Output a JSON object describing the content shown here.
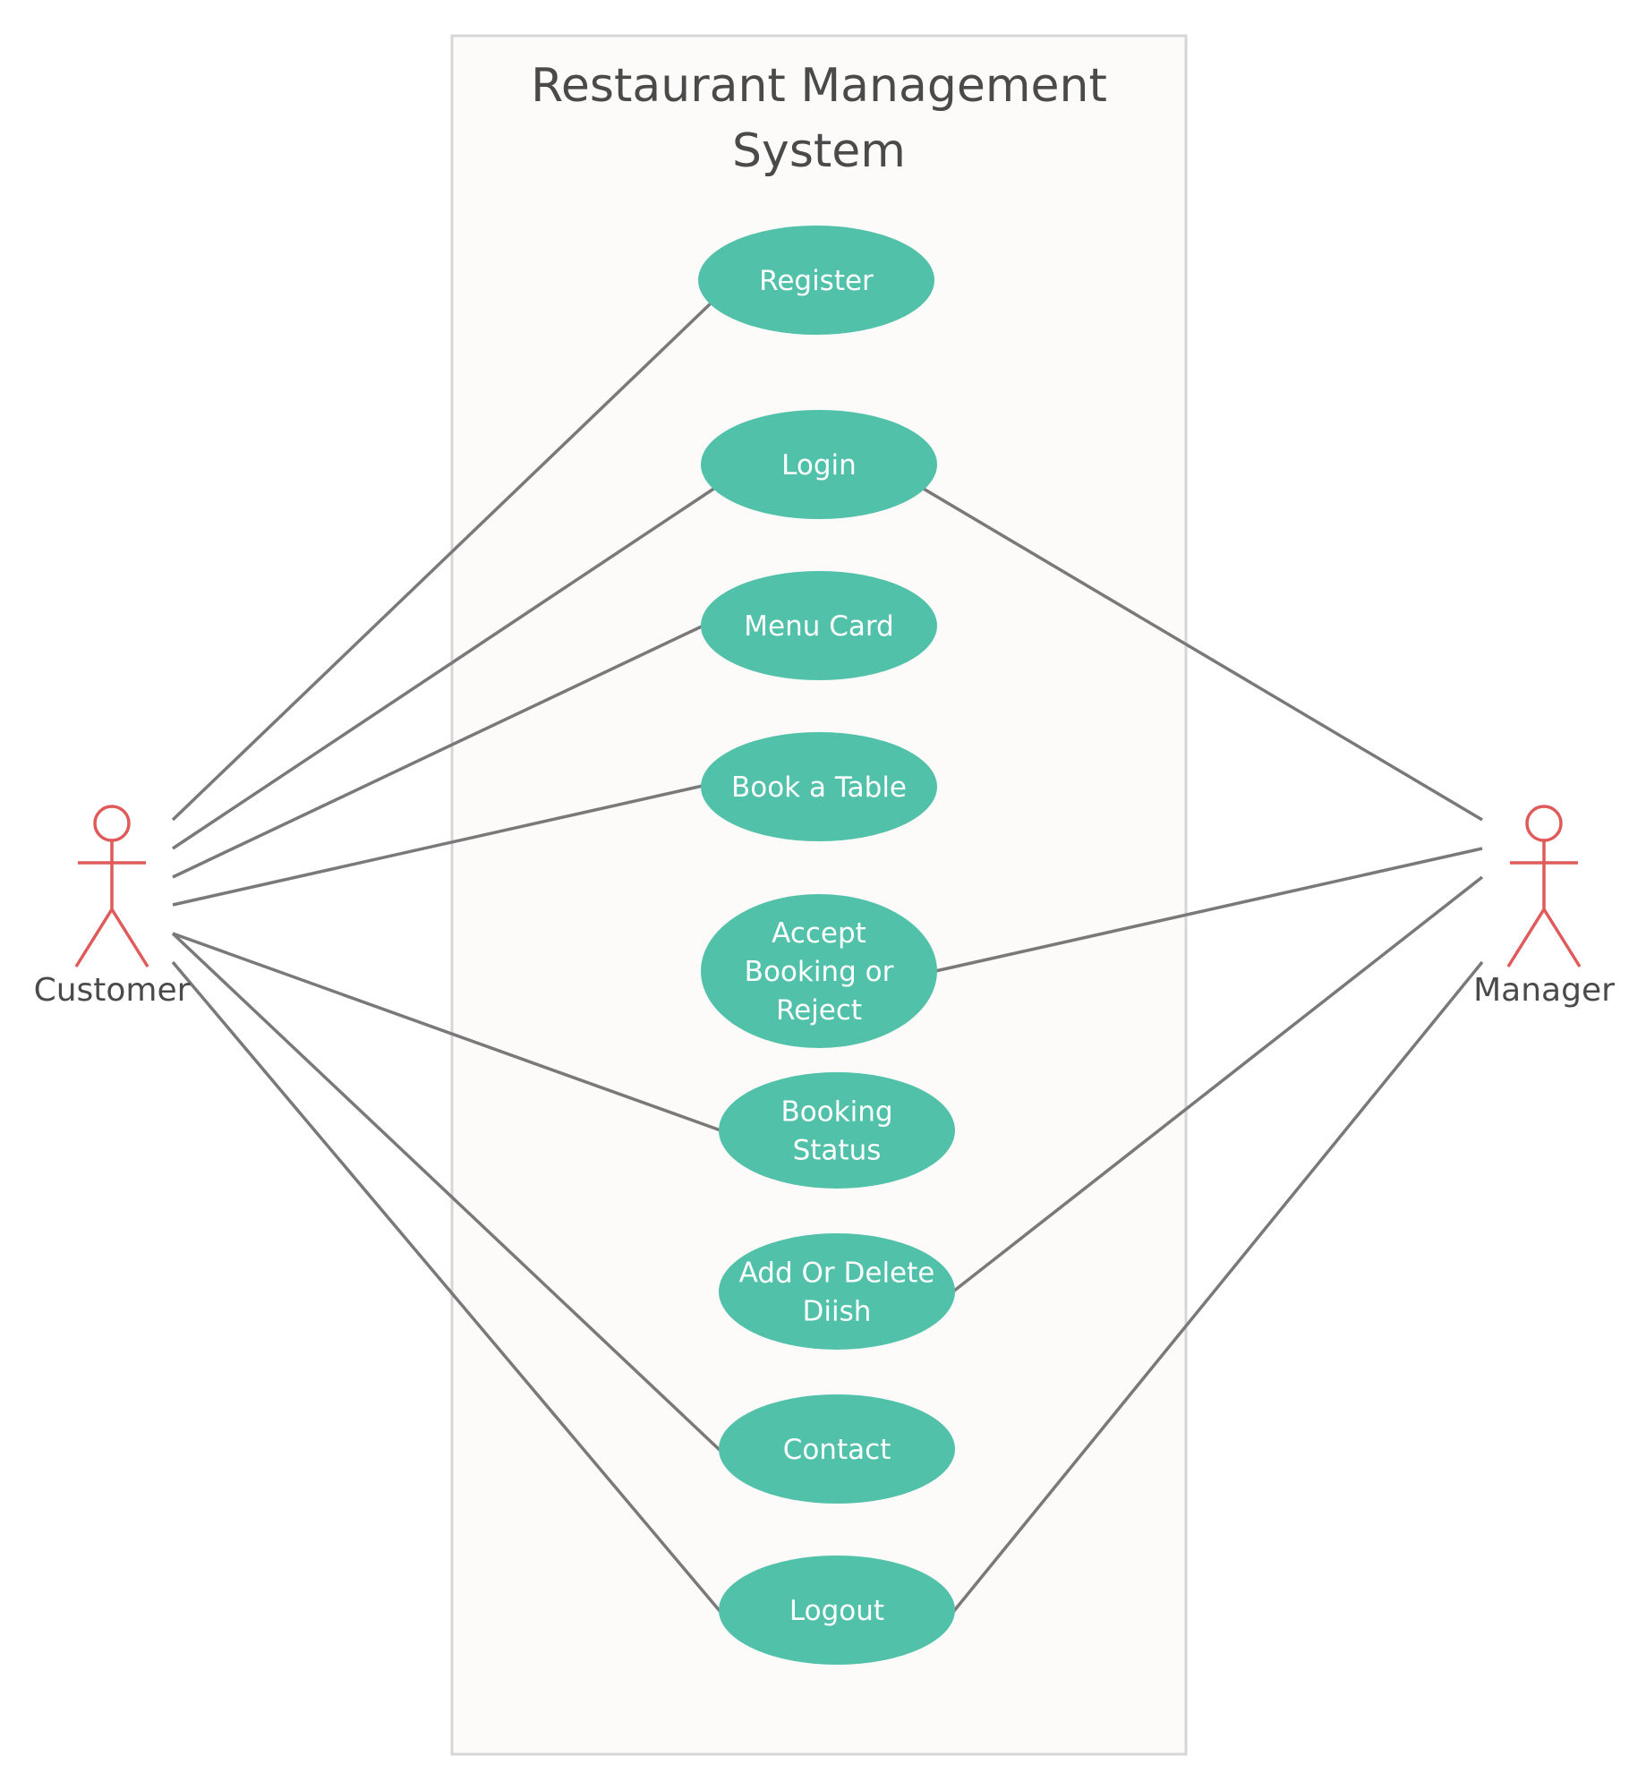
{
  "system": {
    "title_lines": [
      "Restaurant Management",
      "System"
    ]
  },
  "colors": {
    "use_case_fill": "#52c1aa",
    "actor_stroke": "#e05a5a",
    "line": "#7a7878",
    "boundary_fill": "#fcfbf9",
    "boundary_stroke": "#d6d6d6"
  },
  "actors": [
    {
      "id": "customer",
      "label": "Customer"
    },
    {
      "id": "manager",
      "label": "Manager"
    }
  ],
  "use_cases": [
    {
      "id": "register",
      "lines": [
        "Register"
      ]
    },
    {
      "id": "login",
      "lines": [
        "Login"
      ]
    },
    {
      "id": "menu-card",
      "lines": [
        "Menu Card"
      ]
    },
    {
      "id": "book-table",
      "lines": [
        "Book a Table"
      ]
    },
    {
      "id": "accept-booking",
      "lines": [
        "Accept",
        "Booking or",
        "Reject"
      ]
    },
    {
      "id": "booking-status",
      "lines": [
        "Booking",
        "Status"
      ]
    },
    {
      "id": "add-delete-dish",
      "lines": [
        "Add Or Delete",
        "Diish"
      ]
    },
    {
      "id": "contact",
      "lines": [
        "Contact"
      ]
    },
    {
      "id": "logout",
      "lines": [
        "Logout"
      ]
    }
  ],
  "associations": [
    {
      "actor": "customer",
      "use_case": "register"
    },
    {
      "actor": "customer",
      "use_case": "login"
    },
    {
      "actor": "customer",
      "use_case": "menu-card"
    },
    {
      "actor": "customer",
      "use_case": "book-table"
    },
    {
      "actor": "customer",
      "use_case": "booking-status"
    },
    {
      "actor": "customer",
      "use_case": "contact"
    },
    {
      "actor": "customer",
      "use_case": "logout"
    },
    {
      "actor": "manager",
      "use_case": "login"
    },
    {
      "actor": "manager",
      "use_case": "accept-booking"
    },
    {
      "actor": "manager",
      "use_case": "add-delete-dish"
    },
    {
      "actor": "manager",
      "use_case": "logout"
    }
  ]
}
